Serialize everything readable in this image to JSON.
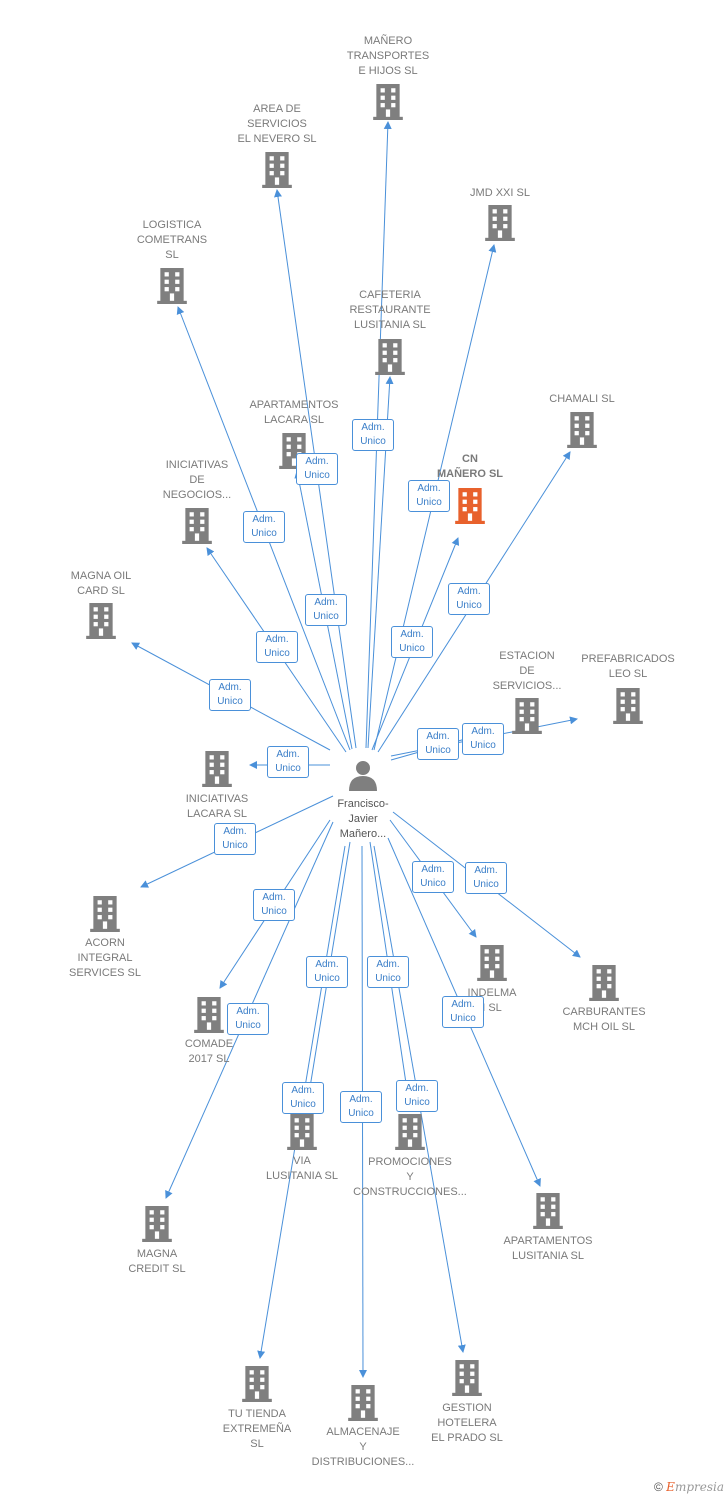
{
  "colors": {
    "edge": "#4a90d9",
    "building": "#7f7f7f",
    "focus_building": "#e8612c"
  },
  "person": {
    "name": "Francisco-\nJavier\nMañero...",
    "icon": "person-icon"
  },
  "edge_label": "Adm.\nUnico",
  "companies": [
    {
      "id": "manero-transportes",
      "label": "MAÑERO\nTRANSPORTES\nE HIJOS SL"
    },
    {
      "id": "area-servicios",
      "label": "AREA DE\nSERVICIOS\nEL NEVERO SL"
    },
    {
      "id": "jmd-xxi",
      "label": "JMD XXI SL"
    },
    {
      "id": "logistica-cometrans",
      "label": "LOGISTICA\nCOMETRANS\nSL"
    },
    {
      "id": "cafeteria-lusitania",
      "label": "CAFETERIA\nRESTAURANTE\nLUSITANIA  SL"
    },
    {
      "id": "chamali",
      "label": "CHAMALI SL"
    },
    {
      "id": "apartamentos-lacara",
      "label": "APARTAMENTOS\nLACARA  SL"
    },
    {
      "id": "cn-manero",
      "label": "CN\nMAÑERO  SL",
      "focus": true
    },
    {
      "id": "iniciativas-negocios",
      "label": "INICIATIVAS\nDE\nNEGOCIOS..."
    },
    {
      "id": "magna-oil",
      "label": "MAGNA OIL\nCARD  SL"
    },
    {
      "id": "estacion-servicios",
      "label": "ESTACION\nDE\nSERVICIOS..."
    },
    {
      "id": "prefabricados-leo",
      "label": "PREFABRICADOS\nLEO SL"
    },
    {
      "id": "iniciativas-lacara",
      "label": "INICIATIVAS\nLACARA SL"
    },
    {
      "id": "acorn-integral",
      "label": "ACORN\nINTEGRAL\nSERVICES  SL"
    },
    {
      "id": "indelma",
      "label": "INDELMA\nI  SL"
    },
    {
      "id": "carburantes-mch",
      "label": "CARBURANTES\nMCH OIL  SL"
    },
    {
      "id": "comade-2017",
      "label": "COMADE\n2017  SL"
    },
    {
      "id": "via-lusitania",
      "label": "VIA\nLUSITANIA  SL"
    },
    {
      "id": "promociones",
      "label": "PROMOCIONES\nY\nCONSTRUCCIONES..."
    },
    {
      "id": "magna-credit",
      "label": "MAGNA\nCREDIT  SL"
    },
    {
      "id": "apartamentos-lusitania",
      "label": "APARTAMENTOS\nLUSITANIA  SL"
    },
    {
      "id": "tu-tienda",
      "label": "TU TIENDA\nEXTREMEÑA\nSL"
    },
    {
      "id": "almacenaje",
      "label": "ALMACENAJE\nY\nDISTRIBUCIONES..."
    },
    {
      "id": "gestion-hotelera",
      "label": "GESTION\nHOTELERA\nEL PRADO SL"
    }
  ],
  "footer": {
    "copyright": "©",
    "brand_first": "E",
    "brand_rest": "mpresia"
  }
}
